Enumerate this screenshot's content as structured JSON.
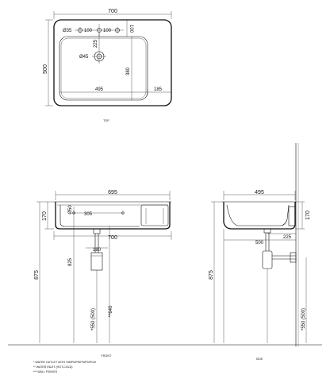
{
  "views": {
    "top": {
      "caption": "TOP",
      "dims": {
        "width": "700",
        "depth": "500",
        "hole_left": "Ø35",
        "gap_1": "100",
        "gap_2": "100",
        "tap_offset": "100",
        "hole_center": "225",
        "drain": "Ø45",
        "bowl_depth": "380",
        "bowl_width": "495",
        "side": "185"
      }
    },
    "front": {
      "caption": "FRONT",
      "dims": {
        "bowl_width": "695",
        "height": "170",
        "tap_hole": "Ø50",
        "tap_spacing": "305",
        "overall_width": "700",
        "trap_width": "180",
        "wall_height": "875",
        "trap_height": "825",
        "outlet_height": "*550 (500)",
        "inlet_height": "**640"
      }
    },
    "side": {
      "caption": "SIDE",
      "dims": {
        "depth": "495",
        "height": "170",
        "wall_distance": "225",
        "outlet_depth": "500",
        "wall_height": "875",
        "outlet_height": "*550 (500)"
      }
    }
  },
  "notes": [
    "* WATER OUTLET WITH SIMPSIPSIPSIPSIPCM",
    "** WATER INLET (HOT-COLD)",
    "*** WALL FIXINGS"
  ]
}
